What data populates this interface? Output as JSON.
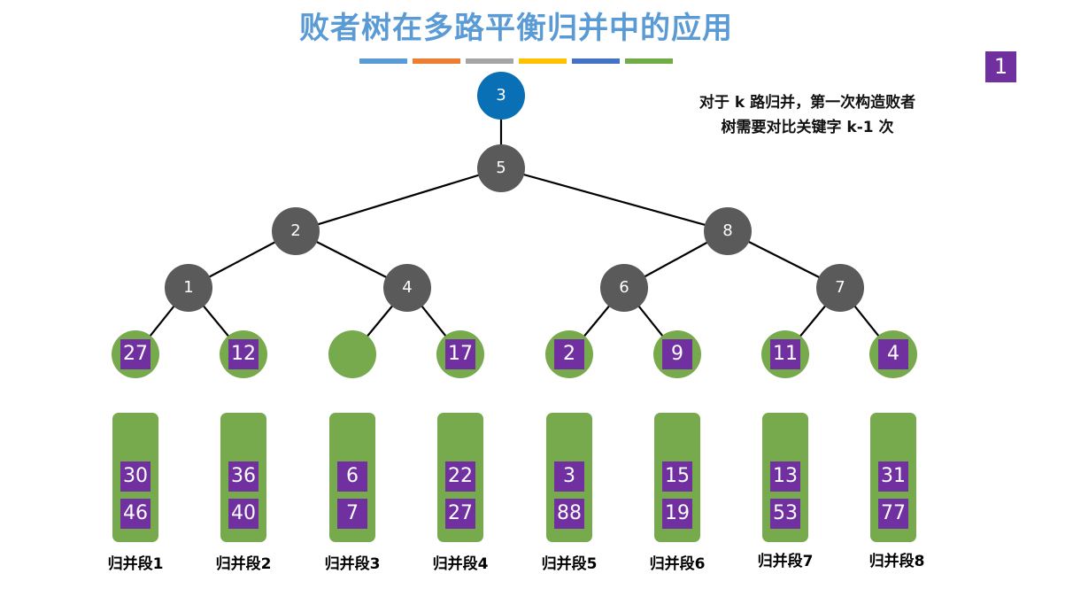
{
  "title": "败者树在多路平衡归并中的应用",
  "accent_bar_colors": [
    "#5B9BD5",
    "#ED7D31",
    "#A5A5A5",
    "#FFC000",
    "#4472C4",
    "#70AD47"
  ],
  "page_number": "1",
  "note_lines": [
    "对于 k 路归并，第一次构造败者",
    "树需要对比关键字 k-1 次"
  ],
  "tree": {
    "winner": "3",
    "internal_nodes": [
      "5",
      "2",
      "8",
      "1",
      "4",
      "6",
      "7"
    ],
    "leaves": [
      "27",
      "12",
      "",
      "17",
      "2",
      "9",
      "11",
      "4"
    ]
  },
  "segments": [
    {
      "label": "归并段1",
      "keys": [
        "30",
        "46"
      ]
    },
    {
      "label": "归并段2",
      "keys": [
        "36",
        "40"
      ]
    },
    {
      "label": "归并段3",
      "keys": [
        "6",
        "7"
      ]
    },
    {
      "label": "归并段4",
      "keys": [
        "22",
        "27"
      ]
    },
    {
      "label": "归并段5",
      "keys": [
        "3",
        "88"
      ]
    },
    {
      "label": "归并段6",
      "keys": [
        "15",
        "19"
      ]
    },
    {
      "label": "归并段7",
      "keys": [
        "13",
        "53"
      ]
    },
    {
      "label": "归并段8",
      "keys": [
        "31",
        "77"
      ]
    }
  ],
  "colors": {
    "title": "#5B9BD5",
    "winner_node": "#0A70B5",
    "loser_node": "#5A5A5A",
    "leaf": "#77AA4C",
    "key_box": "#7030A0"
  }
}
